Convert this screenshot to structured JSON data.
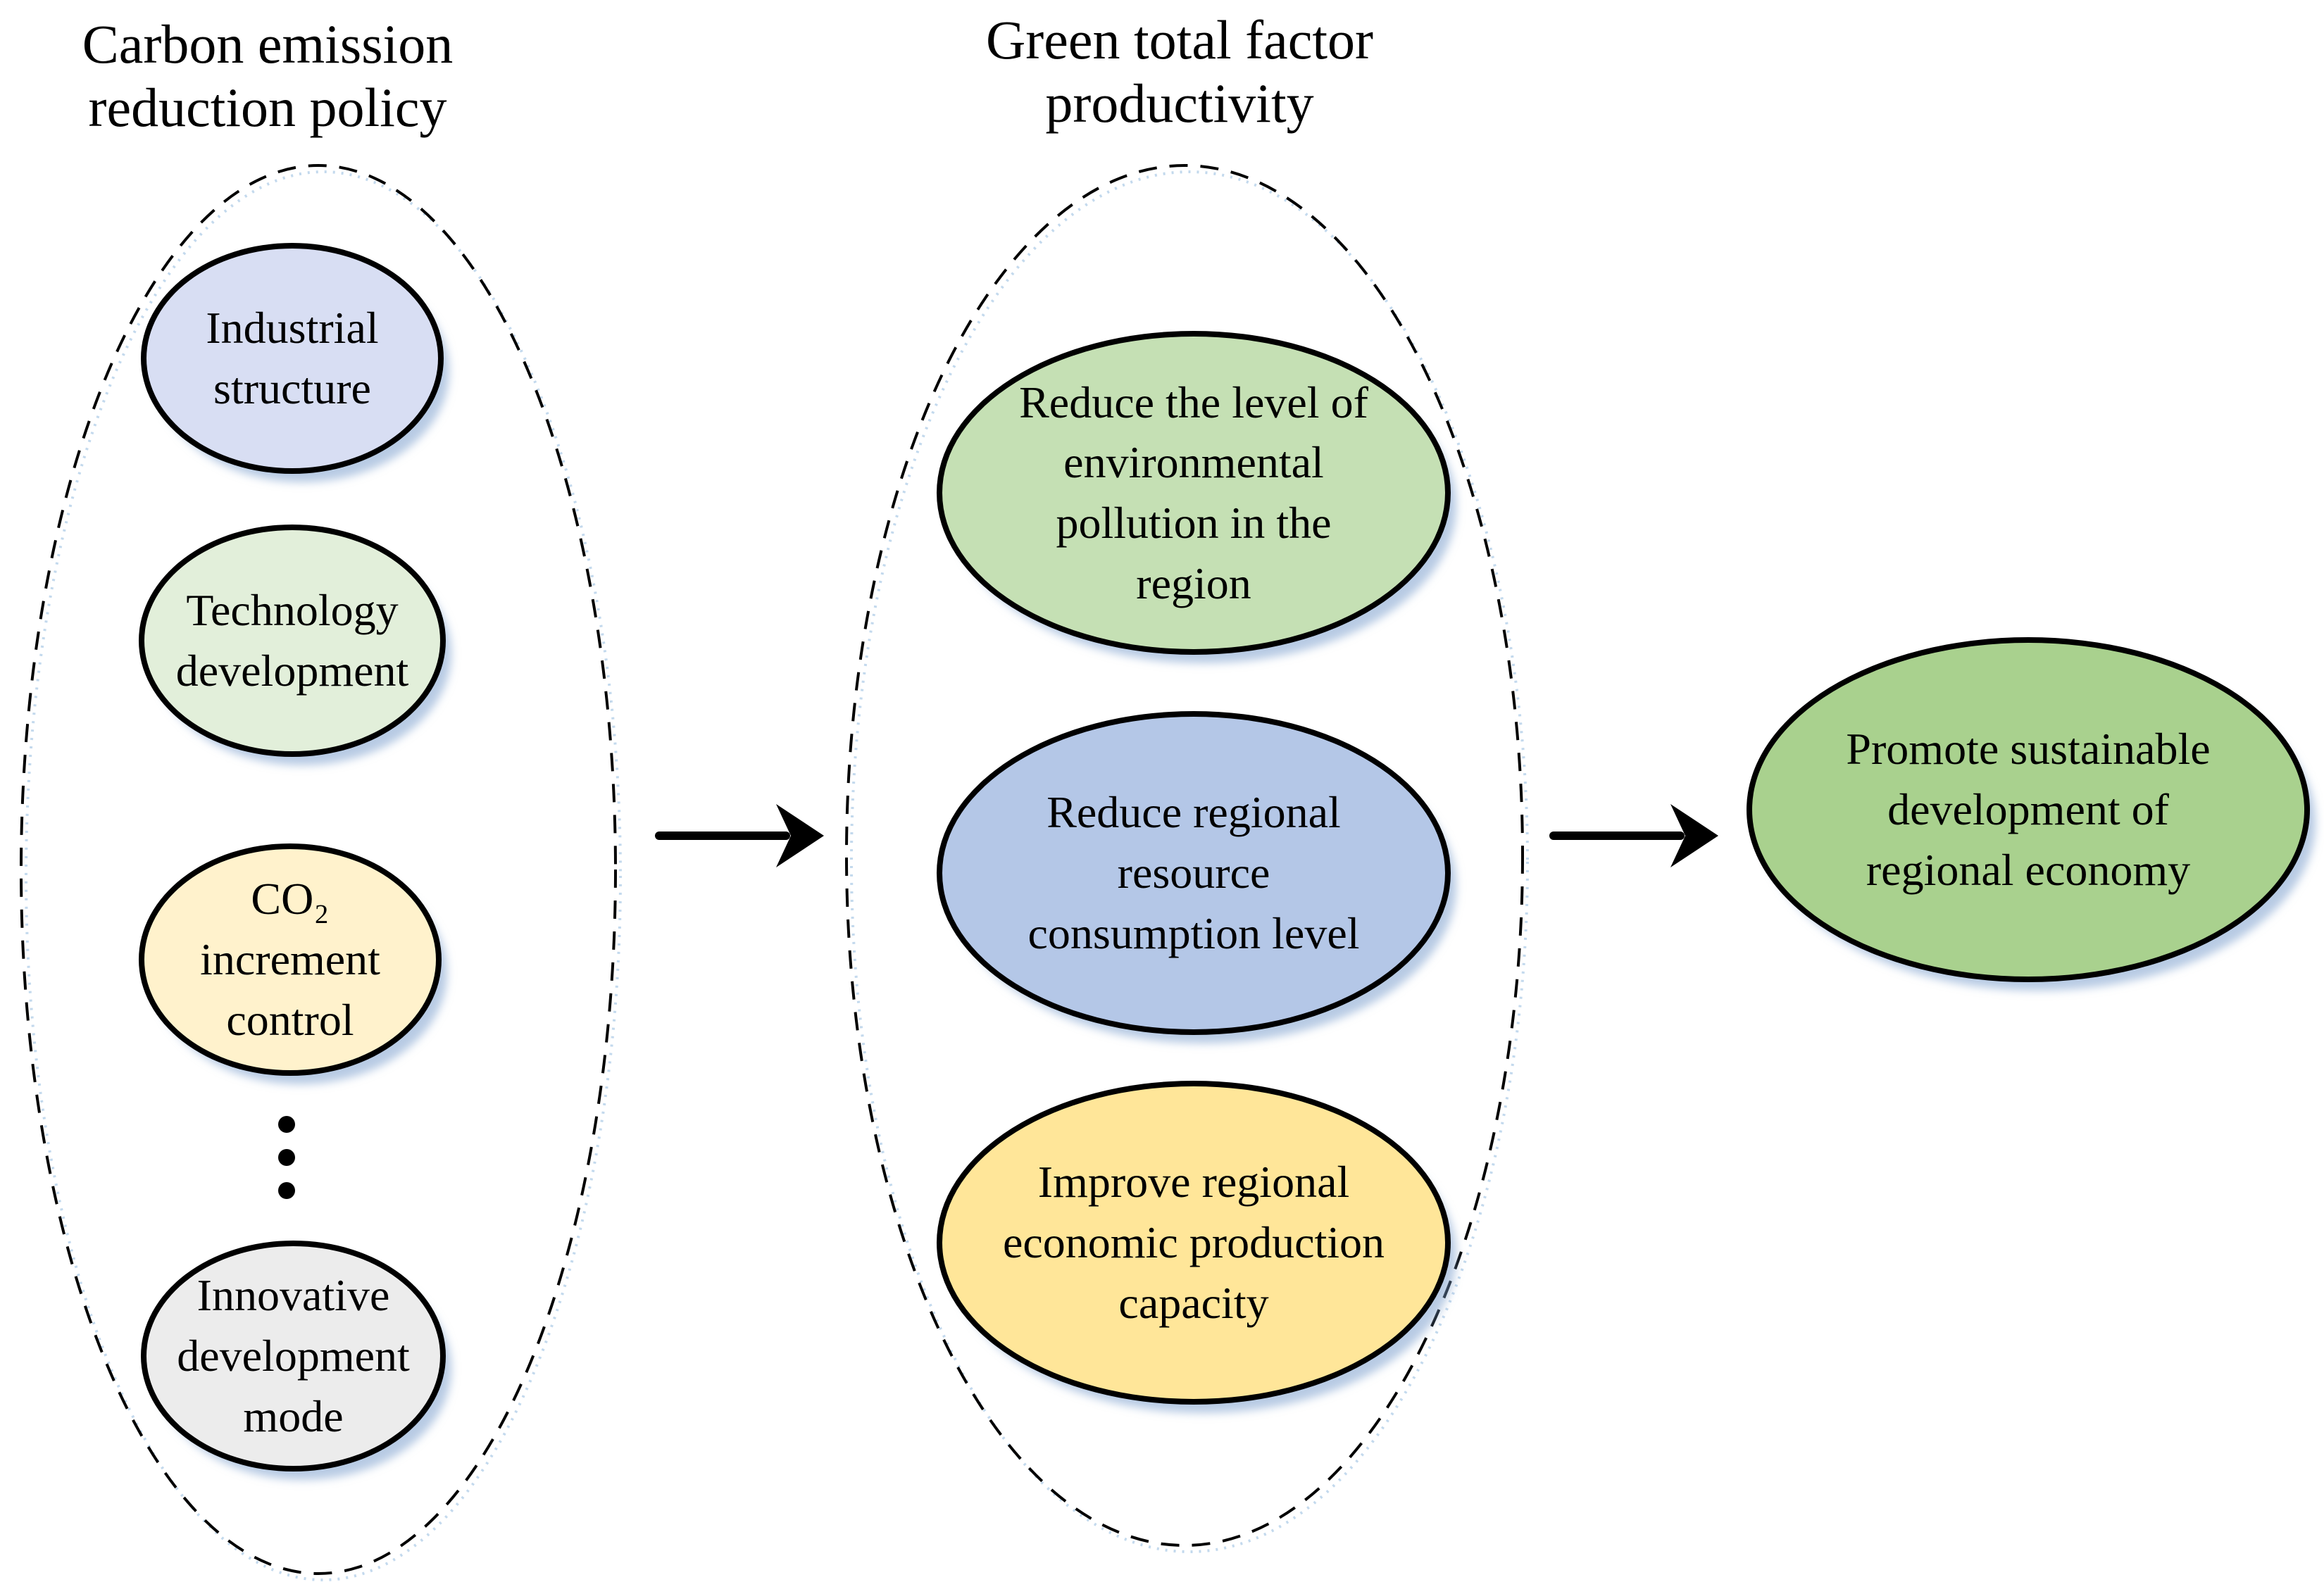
{
  "left_group": {
    "title_lines": [
      "Carbon emission",
      "reduction policy"
    ],
    "nodes": [
      {
        "id": "industrial-structure",
        "lines": [
          "Industrial",
          "structure"
        ]
      },
      {
        "id": "technology-development",
        "lines": [
          "Technology",
          "development"
        ]
      },
      {
        "id": "co2-increment-control",
        "lines": [
          "CO₂",
          "increment",
          "control"
        ]
      },
      {
        "id": "innovative-development-mode",
        "lines": [
          "Innovative",
          "development",
          "mode"
        ]
      }
    ],
    "ellipsis_dots": 3
  },
  "middle_group": {
    "title_lines": [
      "Green total factor",
      "productivity"
    ],
    "nodes": [
      {
        "id": "reduce-environmental-pollution",
        "lines": [
          "Reduce the level of",
          "environmental",
          "pollution in the",
          "region"
        ]
      },
      {
        "id": "reduce-resource-consumption",
        "lines": [
          "Reduce regional",
          "resource",
          "consumption level"
        ]
      },
      {
        "id": "improve-production-capacity",
        "lines": [
          "Improve regional",
          "economic production",
          "capacity"
        ]
      }
    ]
  },
  "output_node": {
    "id": "promote-sustainable-development",
    "lines": [
      "Promote sustainable",
      "development of",
      "regional economy"
    ]
  },
  "arrows": [
    {
      "from": "carbon-emission-reduction-policy",
      "to": "green-total-factor-productivity",
      "direction": "right"
    },
    {
      "from": "green-total-factor-productivity",
      "to": "promote-sustainable-development",
      "direction": "right"
    }
  ],
  "colors": {
    "node_industrial": "#D8DEF3",
    "node_technology": "#E2EFDA",
    "node_co2": "#FFF2CC",
    "node_innovative": "#ECECEC",
    "node_pollution": "#C5E0B4",
    "node_resource": "#B4C7E7",
    "node_capacity": "#FFE699",
    "node_sustainable": "#A9D18E",
    "outline": "#000000",
    "shadow_tint": "#B9D2EA",
    "arrow": "#000000",
    "text": "#000000"
  }
}
